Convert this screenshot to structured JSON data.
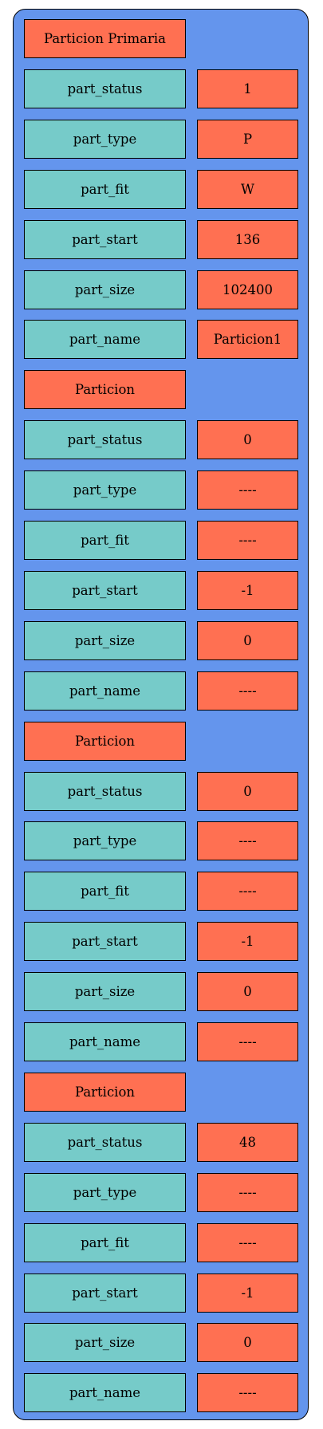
{
  "colors": {
    "panel": "#6495ed",
    "key_cell": "#76cbc9",
    "value_cell": "#ff7052",
    "header_cell": "#ff7052",
    "border": "#000000"
  },
  "partitions": [
    {
      "header": "Particion Primaria",
      "fields": [
        {
          "key": "part_status",
          "value": "1"
        },
        {
          "key": "part_type",
          "value": "P"
        },
        {
          "key": "part_fit",
          "value": "W"
        },
        {
          "key": "part_start",
          "value": "136"
        },
        {
          "key": "part_size",
          "value": "102400"
        },
        {
          "key": "part_name",
          "value": "Particion1"
        }
      ]
    },
    {
      "header": "Particion",
      "fields": [
        {
          "key": "part_status",
          "value": "0"
        },
        {
          "key": "part_type",
          "value": "----"
        },
        {
          "key": "part_fit",
          "value": "----"
        },
        {
          "key": "part_start",
          "value": "-1"
        },
        {
          "key": "part_size",
          "value": "0"
        },
        {
          "key": "part_name",
          "value": "----"
        }
      ]
    },
    {
      "header": "Particion",
      "fields": [
        {
          "key": "part_status",
          "value": "0"
        },
        {
          "key": "part_type",
          "value": "----"
        },
        {
          "key": "part_fit",
          "value": "----"
        },
        {
          "key": "part_start",
          "value": "-1"
        },
        {
          "key": "part_size",
          "value": "0"
        },
        {
          "key": "part_name",
          "value": "----"
        }
      ]
    },
    {
      "header": "Particion",
      "fields": [
        {
          "key": "part_status",
          "value": "48"
        },
        {
          "key": "part_type",
          "value": "----"
        },
        {
          "key": "part_fit",
          "value": "----"
        },
        {
          "key": "part_start",
          "value": "-1"
        },
        {
          "key": "part_size",
          "value": "0"
        },
        {
          "key": "part_name",
          "value": "----"
        }
      ]
    }
  ]
}
